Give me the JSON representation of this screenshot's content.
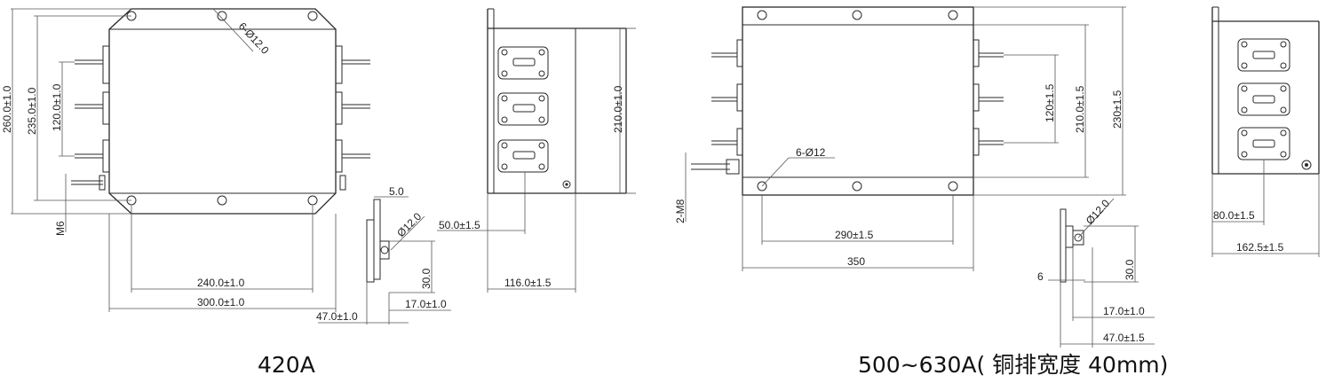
{
  "left_drawing": {
    "caption": "420A",
    "dims": {
      "h260": "260.0±1.0",
      "h235": "235.0±1.0",
      "h120": "120.0±1.0",
      "holes": "6-Ø12.0",
      "thread": "M6",
      "w240": "240.0±1.0",
      "w300": "300.0±1.0",
      "h210": "210.0±1.0",
      "d50": "50.0±1.5",
      "d116": "116.0±1.5",
      "t5": "5.0",
      "bar_hole": "Ø12.0",
      "h30": "30.0",
      "d17": "17.0±1.0",
      "d47": "47.0±1.0"
    }
  },
  "right_drawing": {
    "caption": "500~630A( 铜排宽度 40mm)",
    "dims": {
      "thread": "2-M8",
      "holes": "6-Ø12",
      "h120": "120±1.5",
      "h210": "210.0±1.5",
      "h230": "230±1.5",
      "w290": "290±1.5",
      "w350": "350",
      "bar_hole": "Ø12.0",
      "t6": "6",
      "h30": "30.0",
      "d17": "17.0±1.0",
      "d47": "47.0±1.5",
      "d80": "80.0±1.5",
      "d162": "162.5±1.5"
    }
  }
}
